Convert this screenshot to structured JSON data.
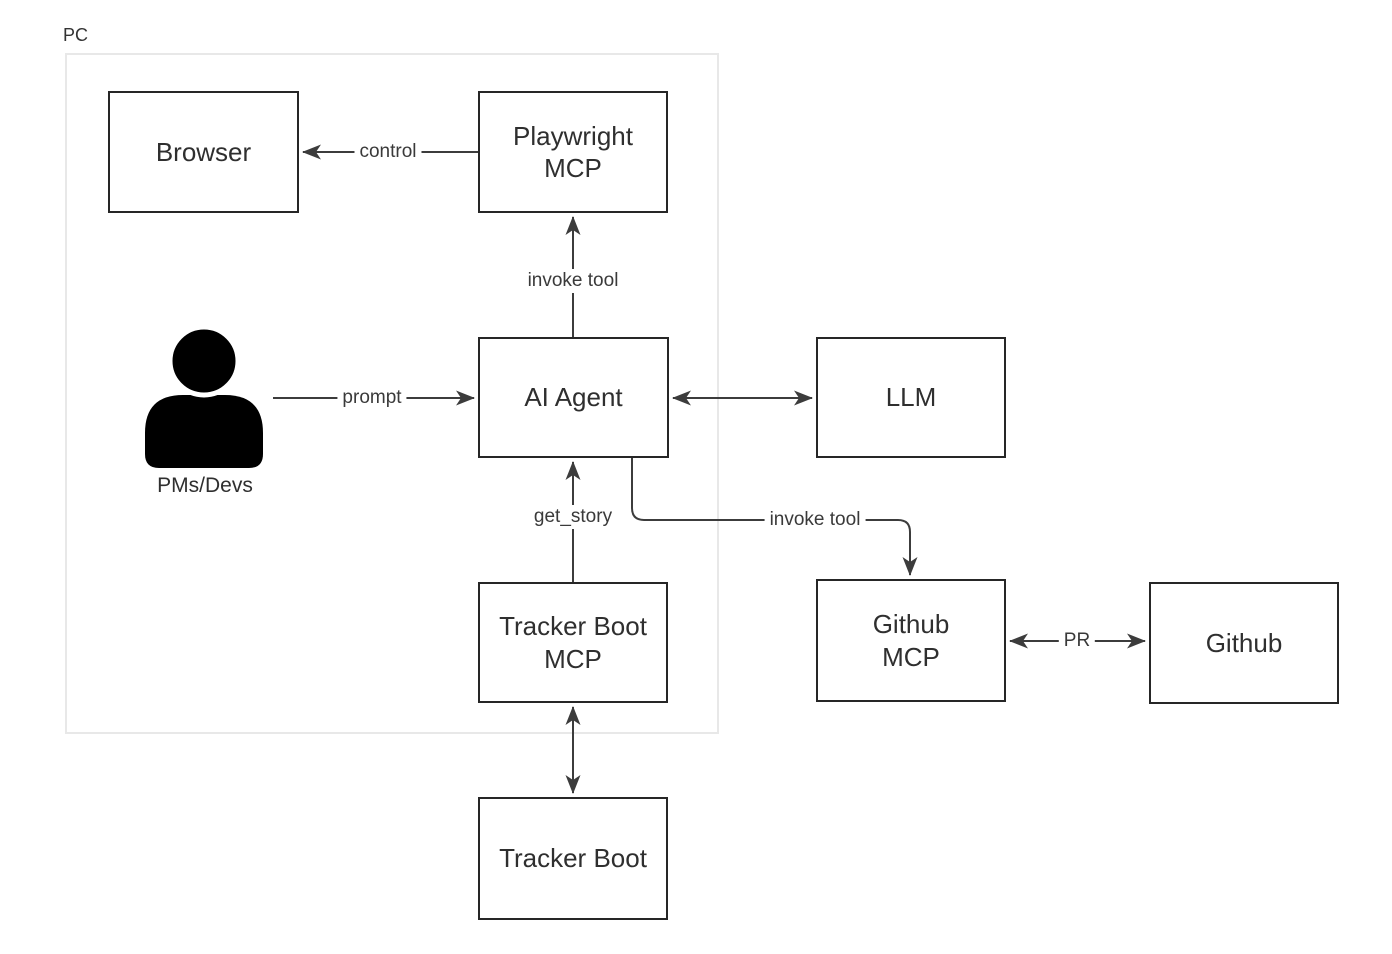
{
  "container": {
    "label": "PC"
  },
  "nodes": {
    "browser": {
      "label": "Browser"
    },
    "playwright_mcp": {
      "label": "Playwright\nMCP"
    },
    "ai_agent": {
      "label": "AI Agent"
    },
    "llm": {
      "label": "LLM"
    },
    "github_mcp": {
      "label": "Github\nMCP"
    },
    "github": {
      "label": "Github"
    },
    "tracker_boot_mcp": {
      "label": "Tracker Boot\nMCP"
    },
    "tracker_boot": {
      "label": "Tracker Boot"
    }
  },
  "actor": {
    "label": "PMs/Devs",
    "icon": "person-icon"
  },
  "edge_labels": {
    "control": "control",
    "invoke_tool_playwright": "invoke tool",
    "prompt": "prompt",
    "get_story": "get_story",
    "invoke_tool_github": "invoke tool",
    "pr": "PR"
  },
  "colors": {
    "background": "#ffffff",
    "node_border": "#262626",
    "node_label_text": "#2f2f2f",
    "edge_stroke": "#3c3c3c",
    "edge_label_text": "#3a3a3a",
    "container_border": "#e8e8e8",
    "actor_fill": "#000000"
  }
}
